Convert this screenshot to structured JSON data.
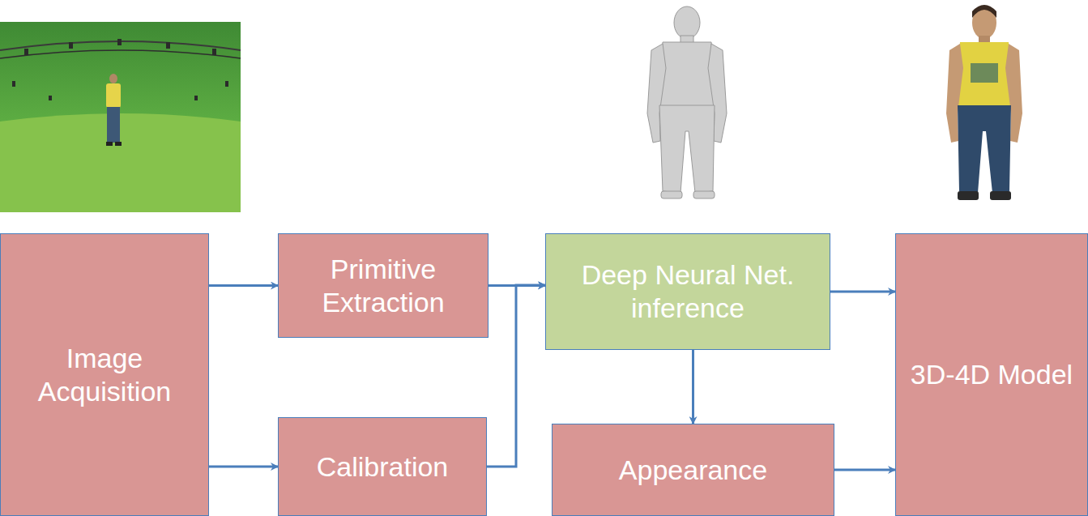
{
  "diagram": {
    "nodes": [
      {
        "text": [
          "Image Acquisition"
        ]
      },
      {
        "text": [
          "Primitive Extraction"
        ]
      },
      {
        "text": [
          "Calibration"
        ]
      },
      {
        "text": [
          "Deep Neural Net. inference"
        ]
      },
      {
        "text": [
          "Appearance"
        ]
      },
      {
        "text": [
          "3D-4D Model"
        ]
      }
    ],
    "edges": [
      {
        "from": 0,
        "to": 1,
        "arrow": "to"
      },
      {
        "from": 0,
        "to": 2,
        "arrow": "to"
      },
      {
        "from": 1,
        "to": 3,
        "arrow": "to"
      },
      {
        "from": 2,
        "to": 3,
        "arrow": "to"
      },
      {
        "from": 3,
        "to": 4,
        "arrow": "to"
      },
      {
        "from": 3,
        "to": 5,
        "arrow": "to"
      },
      {
        "from": 4,
        "to": 5,
        "arrow": "to"
      }
    ]
  }
}
